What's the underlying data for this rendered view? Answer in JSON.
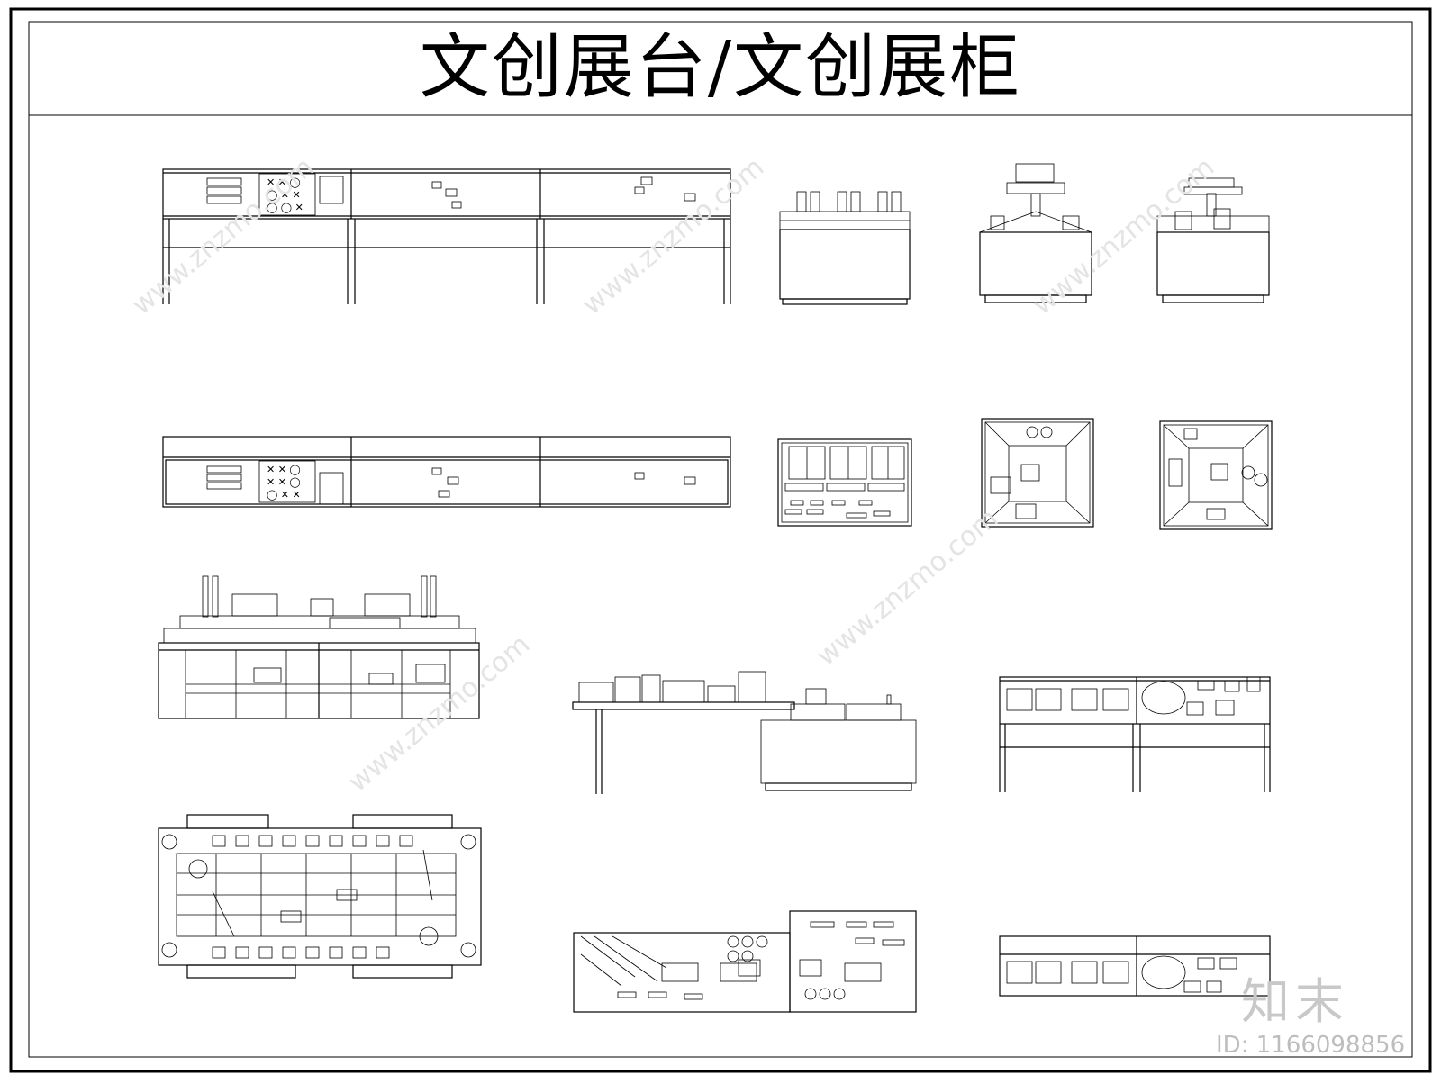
{
  "title": "文创展台/文创展柜",
  "watermark": {
    "brand": "知末",
    "id_label": "ID: 1166098856",
    "site": "www.znzmo.com"
  },
  "colors": {
    "line": "#000000",
    "background": "#ffffff",
    "watermark": "#c8c8c8"
  }
}
